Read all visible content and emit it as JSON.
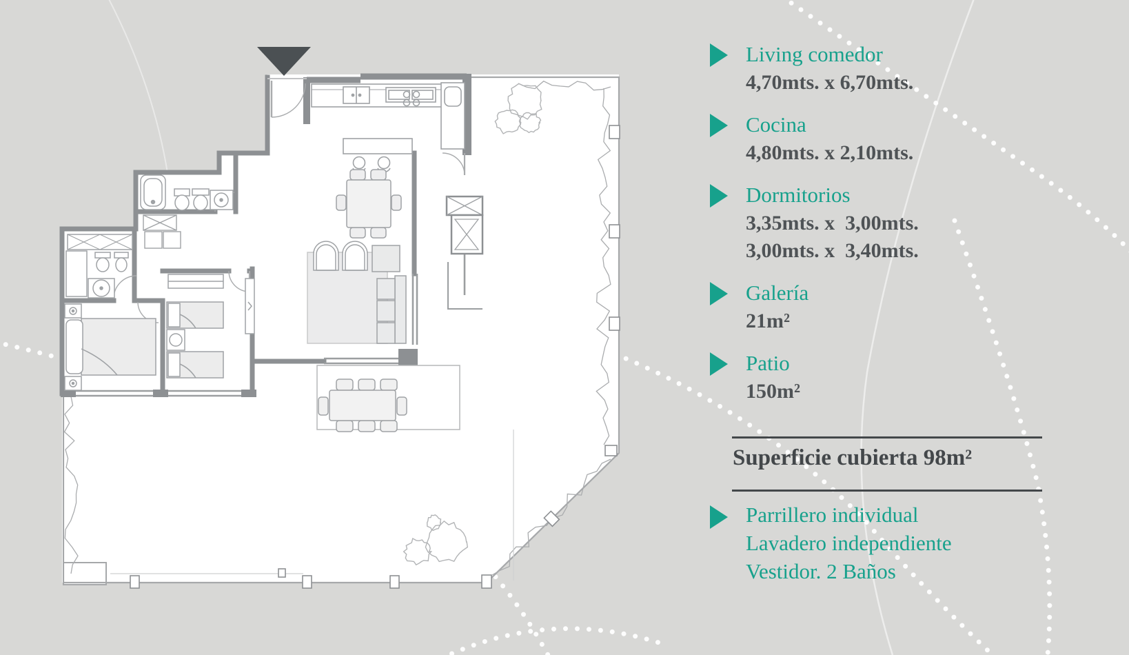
{
  "theme": {
    "accent_teal": "#17a18c",
    "text_dark": "#4f5356",
    "rule_dark": "#43474a",
    "background_gray": "#d8d8d6",
    "wall_gray": "#8d9093"
  },
  "plan": {
    "entrance_marker": "entrance-arrow",
    "rooms_depicted": [
      "living-comedor",
      "cocina",
      "dormitorio-1",
      "dormitorio-2",
      "bano-1",
      "bano-2",
      "lavadero",
      "galeria",
      "patio",
      "parrillero"
    ]
  },
  "legend": {
    "items": [
      {
        "label": "Living comedor",
        "dims": [
          "4,70mts. x 6,70mts."
        ]
      },
      {
        "label": "Cocina",
        "dims": [
          "4,80mts. x 2,10mts."
        ]
      },
      {
        "label": "Dormitorios",
        "dims": [
          "3,35mts. x  3,00mts.",
          "3,00mts. x  3,40mts."
        ]
      },
      {
        "label": "Galería",
        "dims": [
          "21m²"
        ]
      },
      {
        "label": "Patio",
        "dims": [
          "150m²"
        ]
      }
    ]
  },
  "summary": {
    "text": "Superficie cubierta 98m²"
  },
  "features": {
    "lines": [
      "Parrillero individual",
      "Lavadero independiente",
      "Vestidor. 2 Baños"
    ]
  }
}
